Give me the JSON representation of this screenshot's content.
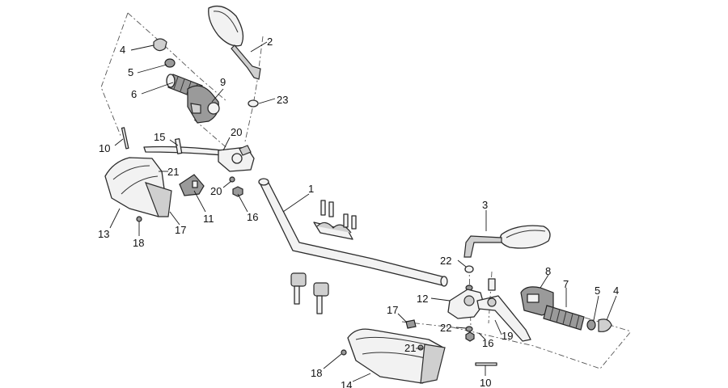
{
  "callouts": {
    "c1": "1",
    "c2": "2",
    "c3": "3",
    "c4_left": "4",
    "c4_right": "4",
    "c5_left": "5",
    "c5_right": "5",
    "c6": "6",
    "c7": "7",
    "c8": "8",
    "c9": "9",
    "c10_left": "10",
    "c10_right": "10",
    "c11": "11",
    "c12": "12",
    "c13": "13",
    "c14": "14",
    "c15": "15",
    "c16_left": "16",
    "c16_right": "16",
    "c17_left": "17",
    "c17_right": "17",
    "c18_left": "18",
    "c18_right": "18",
    "c19": "19",
    "c20_top": "20",
    "c20_mid": "20",
    "c21_left": "21",
    "c21_right": "21",
    "c22_top": "22",
    "c22_bottom": "22",
    "c23": "23"
  }
}
